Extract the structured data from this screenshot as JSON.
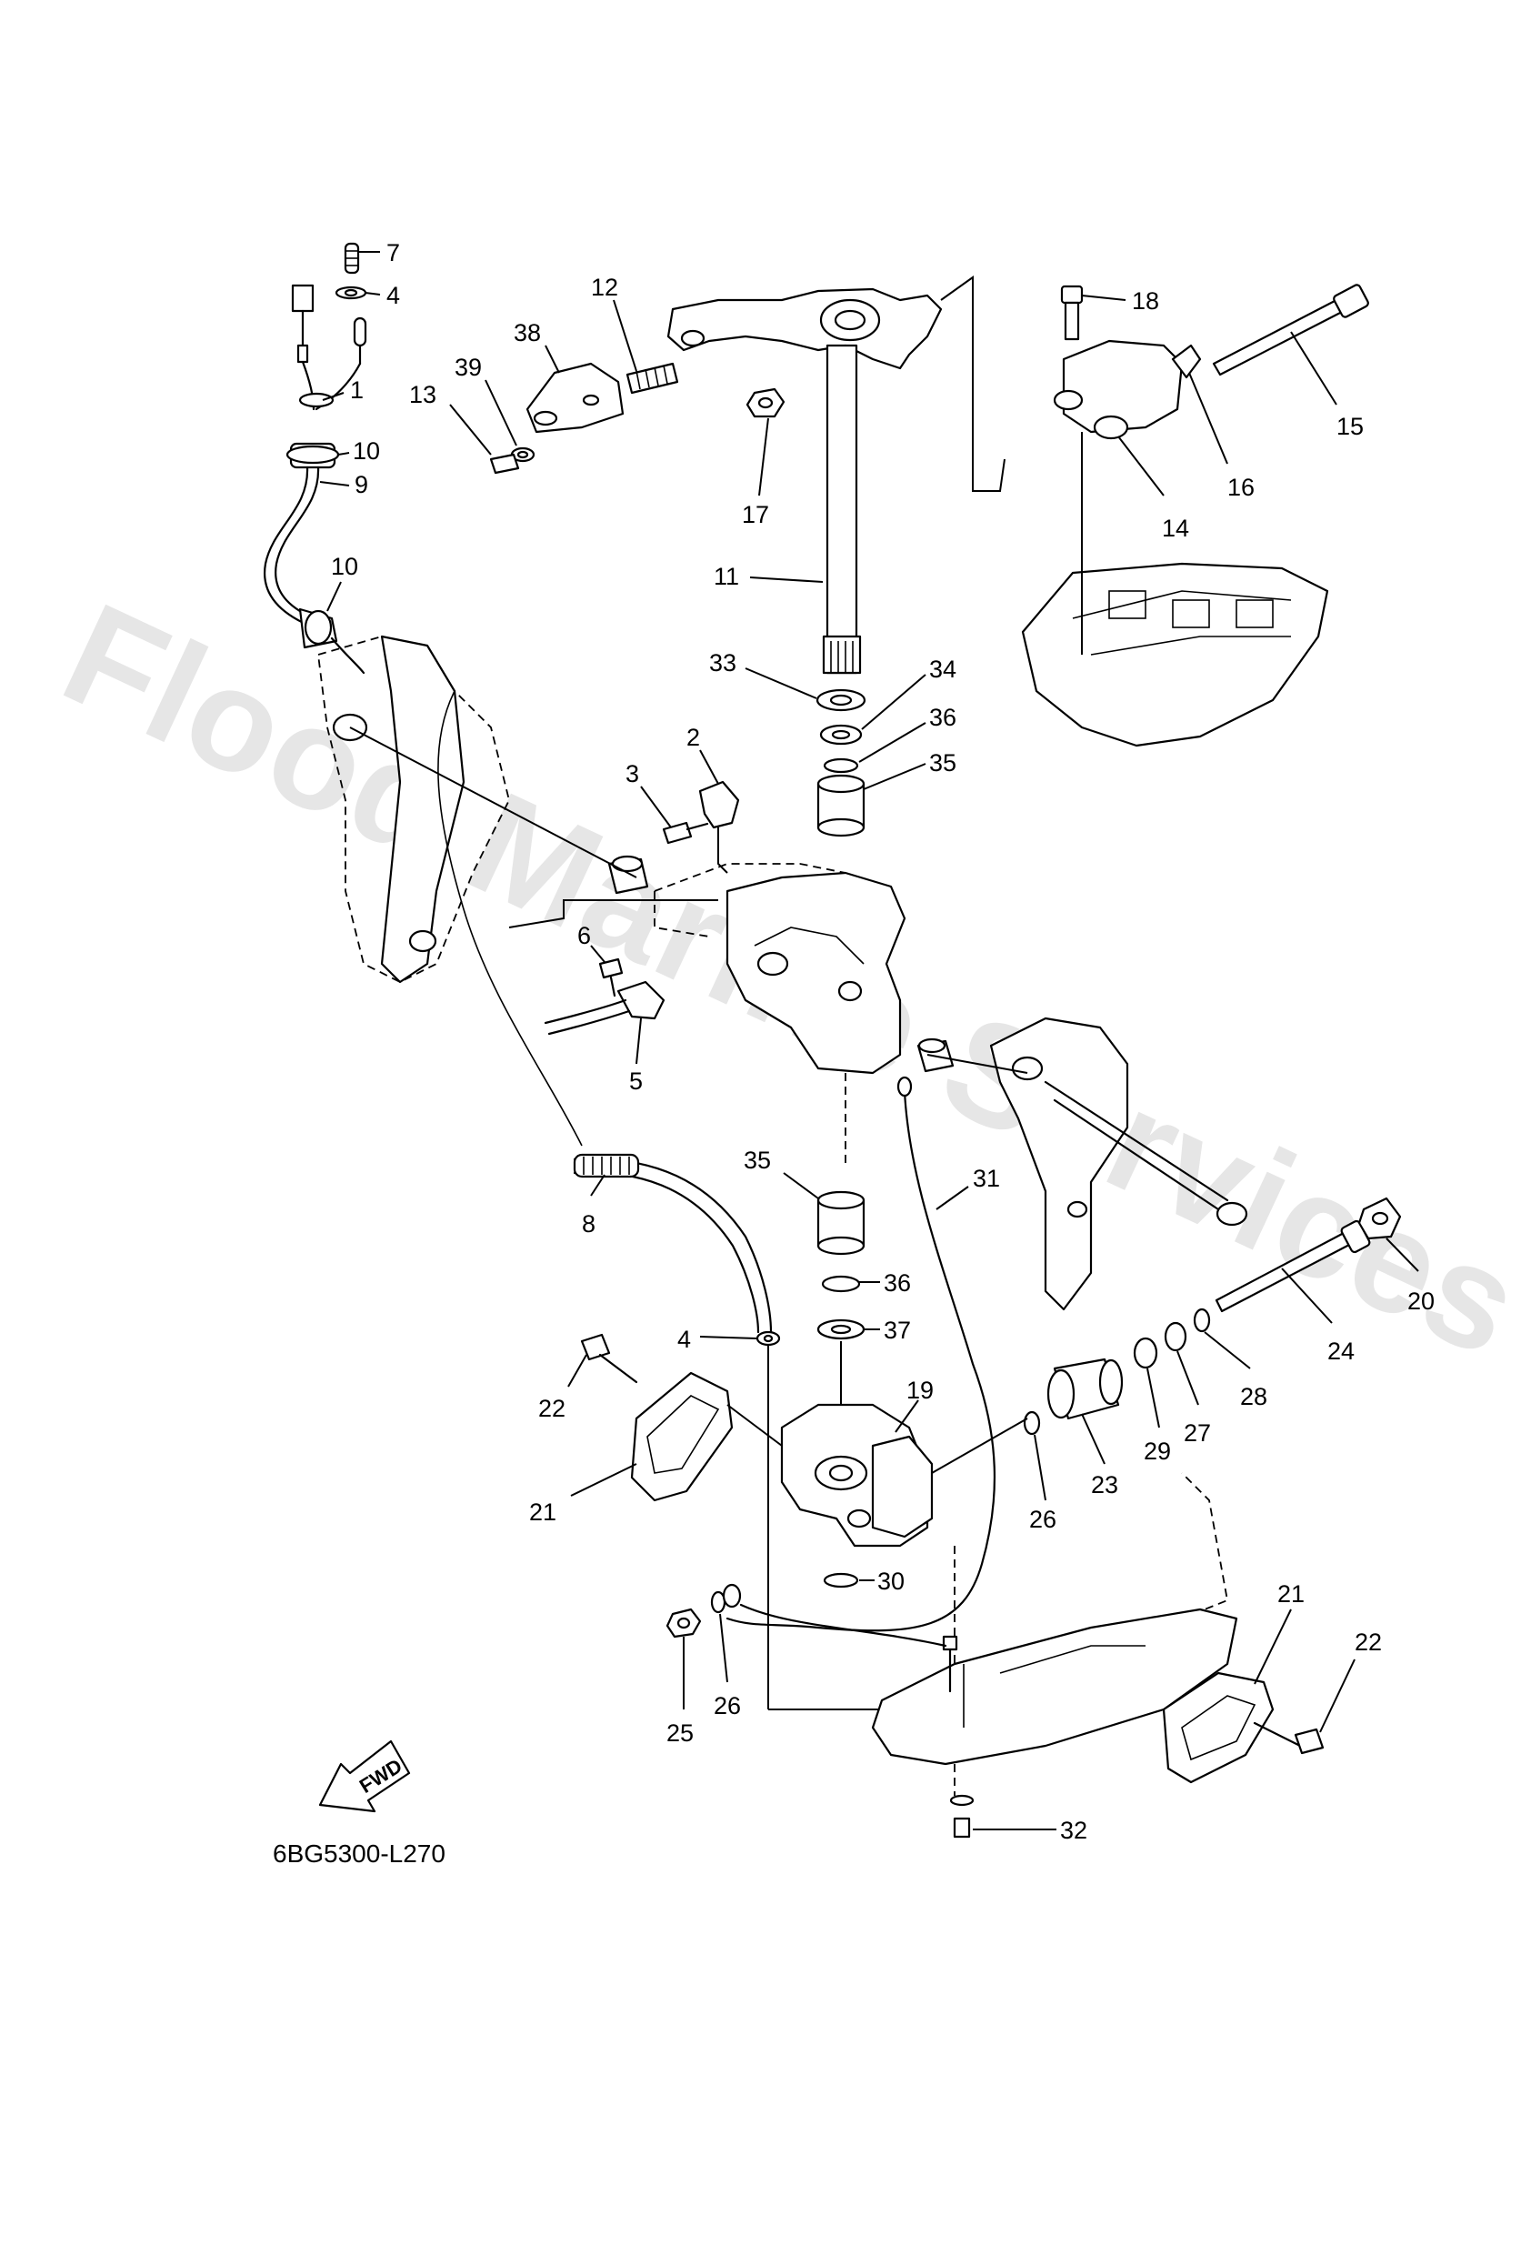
{
  "watermark": "Flood Marine Services",
  "diagram_code": "6BG5300-L270",
  "fwd_label": "FWD",
  "callouts": [
    {
      "id": "c1",
      "label": "1"
    },
    {
      "id": "c2",
      "label": "2"
    },
    {
      "id": "c3",
      "label": "3"
    },
    {
      "id": "c4a",
      "label": "4"
    },
    {
      "id": "c4b",
      "label": "4"
    },
    {
      "id": "c5",
      "label": "5"
    },
    {
      "id": "c6",
      "label": "6"
    },
    {
      "id": "c7",
      "label": "7"
    },
    {
      "id": "c8",
      "label": "8"
    },
    {
      "id": "c9",
      "label": "9"
    },
    {
      "id": "c10a",
      "label": "10"
    },
    {
      "id": "c10b",
      "label": "10"
    },
    {
      "id": "c11",
      "label": "11"
    },
    {
      "id": "c12",
      "label": "12"
    },
    {
      "id": "c13",
      "label": "13"
    },
    {
      "id": "c14",
      "label": "14"
    },
    {
      "id": "c15",
      "label": "15"
    },
    {
      "id": "c16",
      "label": "16"
    },
    {
      "id": "c17",
      "label": "17"
    },
    {
      "id": "c18",
      "label": "18"
    },
    {
      "id": "c19",
      "label": "19"
    },
    {
      "id": "c20",
      "label": "20"
    },
    {
      "id": "c21a",
      "label": "21"
    },
    {
      "id": "c21b",
      "label": "21"
    },
    {
      "id": "c22a",
      "label": "22"
    },
    {
      "id": "c22b",
      "label": "22"
    },
    {
      "id": "c23",
      "label": "23"
    },
    {
      "id": "c24",
      "label": "24"
    },
    {
      "id": "c25",
      "label": "25"
    },
    {
      "id": "c26a",
      "label": "26"
    },
    {
      "id": "c26b",
      "label": "26"
    },
    {
      "id": "c27",
      "label": "27"
    },
    {
      "id": "c28",
      "label": "28"
    },
    {
      "id": "c29",
      "label": "29"
    },
    {
      "id": "c30",
      "label": "30"
    },
    {
      "id": "c31",
      "label": "31"
    },
    {
      "id": "c32",
      "label": "32"
    },
    {
      "id": "c33",
      "label": "33"
    },
    {
      "id": "c34",
      "label": "34"
    },
    {
      "id": "c35a",
      "label": "35"
    },
    {
      "id": "c35b",
      "label": "35"
    },
    {
      "id": "c36a",
      "label": "36"
    },
    {
      "id": "c36b",
      "label": "36"
    },
    {
      "id": "c37",
      "label": "37"
    },
    {
      "id": "c38",
      "label": "38"
    },
    {
      "id": "c39",
      "label": "39"
    }
  ]
}
